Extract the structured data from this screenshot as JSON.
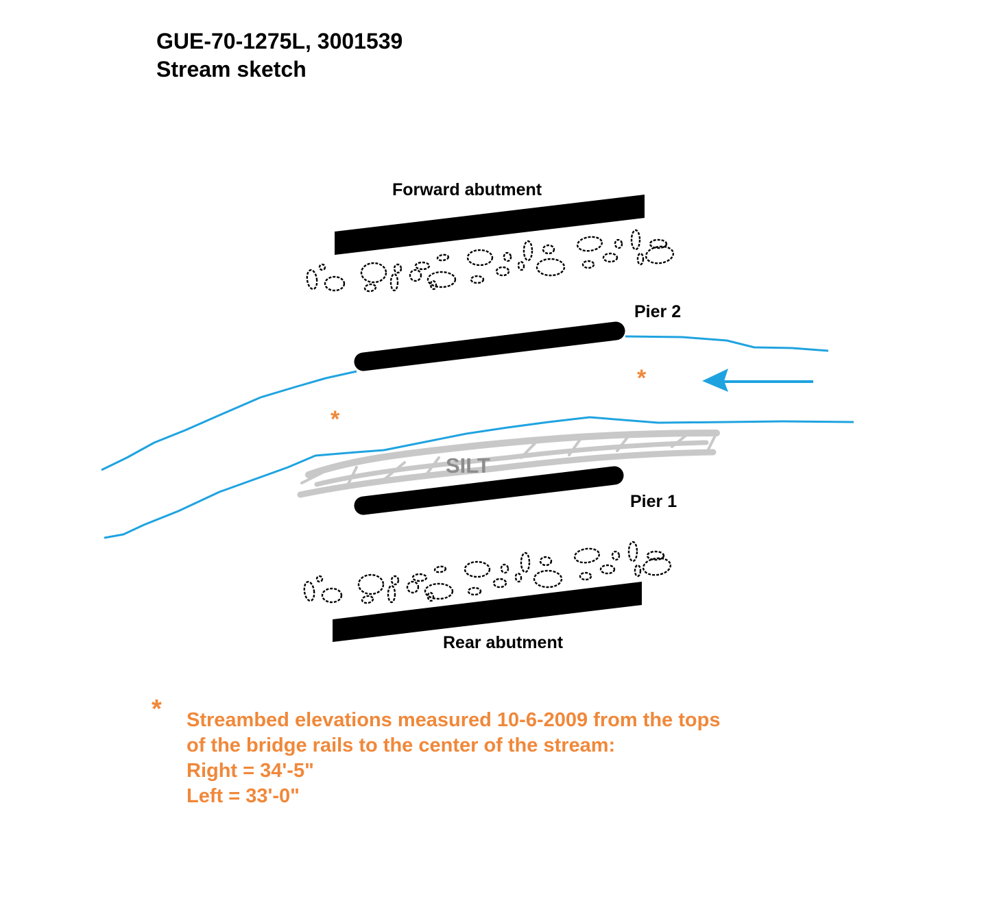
{
  "title": {
    "line1": "GUE-70-1275L, 3001539",
    "line2": "Stream sketch"
  },
  "labels": {
    "forward_abutment": "Forward abutment",
    "pier2": "Pier 2",
    "pier1": "Pier 1",
    "rear_abutment": "Rear abutment",
    "silt": "SILT"
  },
  "markers": {
    "measurement_symbol": "*"
  },
  "note": {
    "symbol": "*",
    "line1": "Streambed elevations measured 10-6-2009 from the tops",
    "line2": "of the bridge rails to the center of the stream:",
    "line3": "Right = 34'-5\"",
    "line4": "Left = 33'-0\""
  },
  "colors": {
    "water": "#1fa3e0",
    "annotation": "#f0883a",
    "silt": "#c8c8c8",
    "structure": "#000000"
  },
  "icons": {
    "flow_arrow": "arrow-left-icon",
    "riprap": "rock-outline-icon"
  }
}
